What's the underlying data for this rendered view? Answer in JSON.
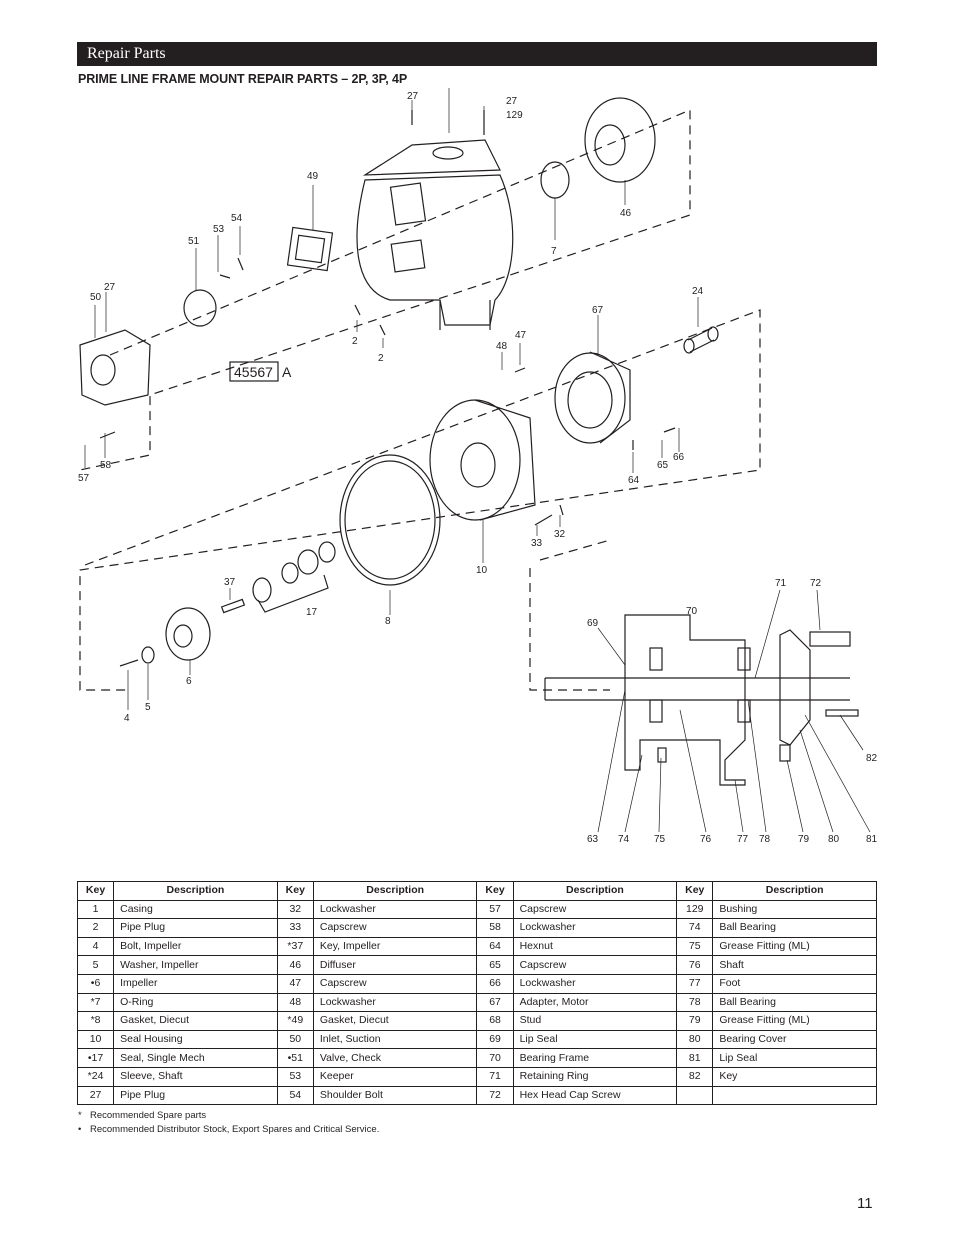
{
  "header": {
    "section_title": "Repair Parts"
  },
  "subtitle": "PRIME LINE FRAME MOUNT REPAIR PARTS – 2P, 3P, 4P",
  "diagram": {
    "drawing_number": "45567",
    "drawing_rev": "A",
    "callouts": [
      "27",
      "27",
      "129",
      "49",
      "46",
      "7",
      "54",
      "53",
      "51",
      "50",
      "27",
      "2",
      "2",
      "24",
      "67",
      "47",
      "48",
      "57",
      "58",
      "65",
      "66",
      "64",
      "33",
      "32",
      "10",
      "37",
      "17",
      "8",
      "6",
      "4",
      "5",
      "71",
      "72",
      "70",
      "69",
      "82",
      "63",
      "74",
      "75",
      "76",
      "77",
      "78",
      "79",
      "80",
      "81"
    ]
  },
  "table": {
    "headers": [
      "Key",
      "Description",
      "Key",
      "Description",
      "Key",
      "Description",
      "Key",
      "Description"
    ],
    "rows": [
      [
        "1",
        "Casing",
        "32",
        "Lockwasher",
        "57",
        "Capscrew",
        "129",
        "Bushing"
      ],
      [
        "2",
        "Pipe Plug",
        "33",
        "Capscrew",
        "58",
        "Lockwasher",
        "74",
        "Ball Bearing"
      ],
      [
        "4",
        "Bolt, Impeller",
        "*37",
        "Key, Impeller",
        "64",
        "Hexnut",
        "75",
        "Grease Fitting (ML)"
      ],
      [
        "5",
        "Washer, Impeller",
        "46",
        "Diffuser",
        "65",
        "Capscrew",
        "76",
        "Shaft"
      ],
      [
        "•6",
        "Impeller",
        "47",
        "Capscrew",
        "66",
        "Lockwasher",
        "77",
        "Foot"
      ],
      [
        "*7",
        "O-Ring",
        "48",
        "Lockwasher",
        "67",
        "Adapter, Motor",
        "78",
        "Ball Bearing"
      ],
      [
        "*8",
        "Gasket, Diecut",
        "*49",
        "Gasket, Diecut",
        "68",
        "Stud",
        "79",
        "Grease Fitting (ML)"
      ],
      [
        "10",
        "Seal Housing",
        "50",
        "Inlet, Suction",
        "69",
        "Lip Seal",
        "80",
        "Bearing Cover"
      ],
      [
        "•17",
        "Seal, Single Mech",
        "•51",
        "Valve, Check",
        "70",
        "Bearing Frame",
        "81",
        "Lip Seal"
      ],
      [
        "*24",
        "Sleeve, Shaft",
        "53",
        "Keeper",
        "71",
        "Retaining Ring",
        "82",
        "Key"
      ],
      [
        "27",
        "Pipe Plug",
        "54",
        "Shoulder Bolt",
        "72",
        "Hex Head Cap Screw",
        "",
        ""
      ]
    ]
  },
  "notes": [
    {
      "mark": "*",
      "text": "Recommended Spare parts"
    },
    {
      "mark": "•",
      "text": "Recommended Distributor Stock, Export Spares and Critical Service."
    }
  ],
  "page_number": "11"
}
